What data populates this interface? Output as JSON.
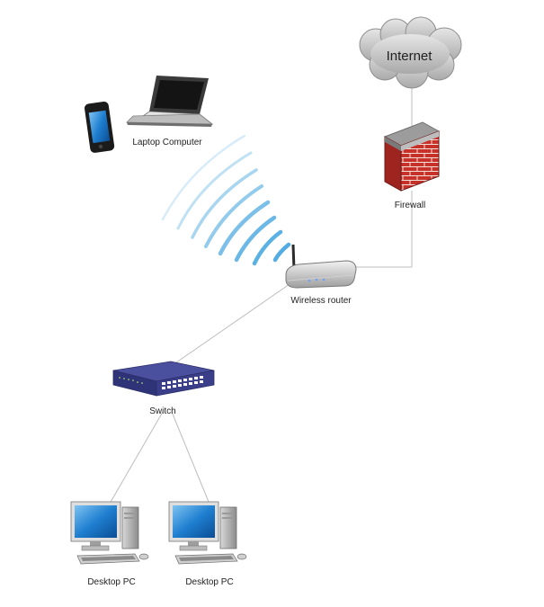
{
  "labels": {
    "internet": "Internet",
    "firewall": "Firewall",
    "laptop": "Laptop Computer",
    "router": "Wireless router",
    "switch": "Switch",
    "desktop1": "Desktop PC",
    "desktop2": "Desktop PC"
  },
  "colors": {
    "line": "#bdbdbd",
    "wave": "#4aa8e0",
    "brick": "#c8302a",
    "switch": "#3b3f8a",
    "screen": "#1f7fd0"
  }
}
